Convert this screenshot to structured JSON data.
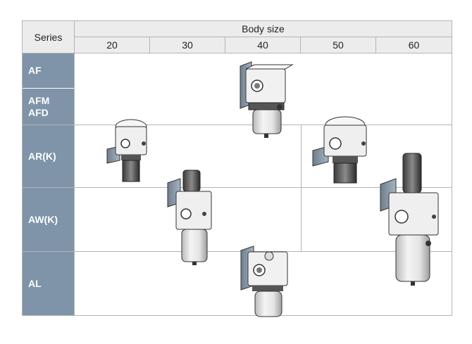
{
  "table": {
    "series_header": "Series",
    "body_size_header": "Body size",
    "sizes": [
      "20",
      "30",
      "40",
      "50",
      "60"
    ],
    "series": [
      {
        "lines": [
          "AF"
        ]
      },
      {
        "lines": [
          "AFM",
          "AFD"
        ]
      },
      {
        "lines": [
          "AR(K)"
        ]
      },
      {
        "lines": [
          "AW(K)"
        ]
      },
      {
        "lines": [
          "AL"
        ]
      }
    ]
  },
  "colors": {
    "header_bg": "#ececec",
    "row_label_bg": "#7f94a8",
    "grid_line": "#b4b4b4"
  }
}
